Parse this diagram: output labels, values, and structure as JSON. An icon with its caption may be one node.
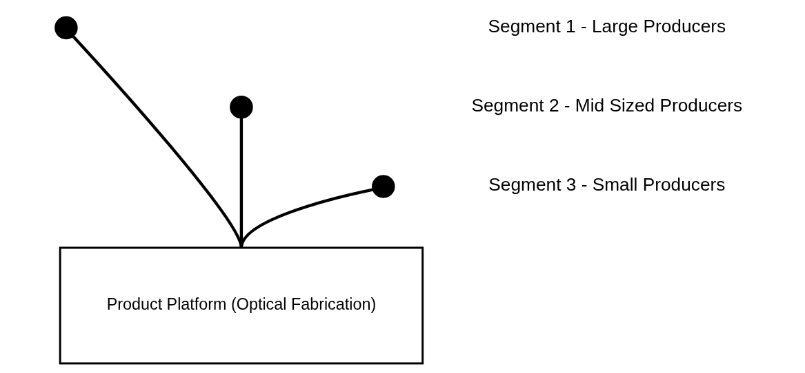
{
  "diagram": {
    "nodes": [
      {
        "text": [
          "Product Platform (Optical Fabrication)"
        ]
      },
      {
        "text": [],
        "shape": "circle"
      },
      {
        "text": [],
        "shape": "circle"
      },
      {
        "text": [],
        "shape": "circle"
      }
    ],
    "edges": [
      {
        "from": 1,
        "to": 0,
        "arrow": "none"
      },
      {
        "from": 2,
        "to": 0,
        "arrow": "none"
      },
      {
        "from": 3,
        "to": 0,
        "arrow": "none"
      }
    ],
    "labels": [
      "Segment 1 - Large Producers",
      "Segment 2 - Mid Sized Producers",
      "Segment 3 - Small Producers"
    ]
  }
}
